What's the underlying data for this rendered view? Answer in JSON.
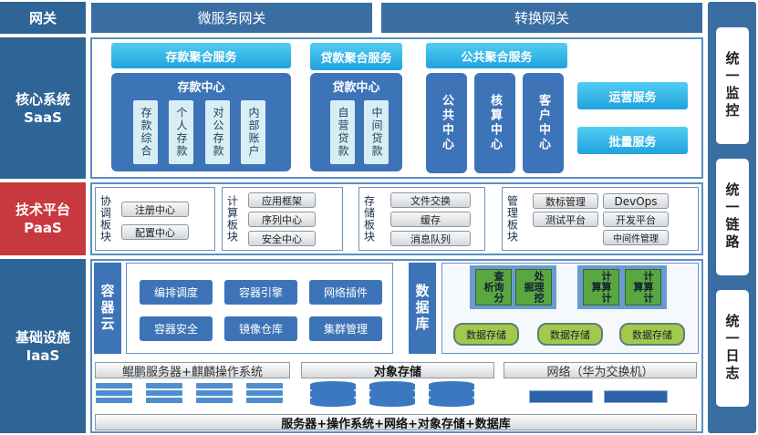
{
  "layers": {
    "gateway": "网关",
    "core": [
      "核心系统",
      "SaaS"
    ],
    "tech": [
      "技术平台",
      "PaaS"
    ],
    "infra": [
      "基础设施",
      "IaaS"
    ]
  },
  "gateway": {
    "microservice": "微服务网关",
    "conversion": "转换网关"
  },
  "core": {
    "deposit_agg": "存款聚合服务",
    "loan_agg": "贷款聚合服务",
    "public_agg": "公共聚合服务",
    "deposit_center": {
      "title": "存款中心",
      "items": [
        "存款综合",
        "个人存款",
        "对公存款",
        "内部账户"
      ]
    },
    "loan_center": {
      "title": "贷款中心",
      "items": [
        "自营贷款",
        "中间贷款"
      ]
    },
    "public_centers": [
      "公共中心",
      "核算中心",
      "客户中心"
    ],
    "ops": "运营服务",
    "batch": "批量服务"
  },
  "tech": {
    "coord": {
      "label": "协调板块",
      "items": [
        "注册中心",
        "配置中心"
      ]
    },
    "compute": {
      "label": "计算板块",
      "items": [
        "应用框架",
        "序列中心",
        "安全中心"
      ]
    },
    "storage": {
      "label": "存储板块",
      "items": [
        "文件交换",
        "缓存",
        "消息队列"
      ]
    },
    "manage": {
      "label": "管理板块",
      "items": [
        "数标管理",
        "DevOps",
        "测试平台",
        "开发平台",
        "中间件管理"
      ]
    }
  },
  "infra": {
    "container_cloud": {
      "label": "容器云",
      "items": [
        "编排调度",
        "容器引擎",
        "网络插件",
        "容器安全",
        "镜像仓库",
        "集群管理"
      ]
    },
    "database": {
      "label": "数据库",
      "tiles": [
        "查询分析",
        "处理挖掘",
        "计算计算",
        "计算计算"
      ],
      "stores": [
        "数据存储",
        "数据存储",
        "数据存储"
      ]
    },
    "hw": {
      "servers": "鲲鹏服务器+麒麟操作系统",
      "objstore": "对象存储",
      "network": "网络（华为交换机）"
    },
    "bottom": "服务器+操作系统+网络+对象存储+数据库"
  },
  "right": [
    "统一监控",
    "统一链路",
    "统一日志"
  ]
}
